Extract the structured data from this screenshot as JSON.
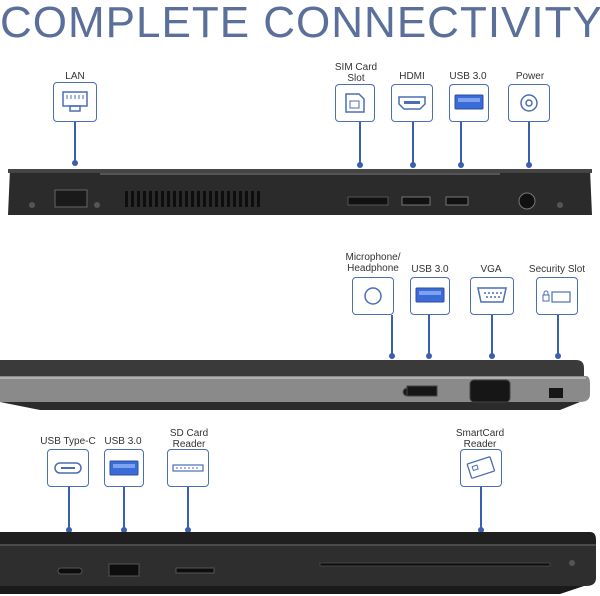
{
  "title": "COMPLETE CONNECTIVITY",
  "row1": {
    "lan": "LAN",
    "sim_line1": "SIM Card",
    "sim_line2": "Slot",
    "hdmi": "HDMI",
    "usb": "USB 3.0",
    "power": "Power"
  },
  "row2": {
    "mic_line1": "Microphone/",
    "mic_line2": "Headphone",
    "usb": "USB 3.0",
    "vga": "VGA",
    "security": "Security Slot"
  },
  "row3": {
    "usbc": "USB Type-C",
    "usb": "USB 3.0",
    "sd_line1": "SD Card",
    "sd_line2": "Reader",
    "smart_line1": "SmartCard",
    "smart_line2": "Reader"
  },
  "colors": {
    "accent": "#3b5fb0",
    "title": "#5a6f99",
    "laptop": "#2a2a2a"
  }
}
